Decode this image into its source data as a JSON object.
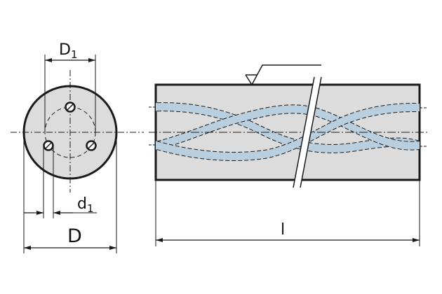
{
  "labels": {
    "D1_main": "D",
    "D1_sub": "1",
    "d1_main": "d",
    "d1_sub": "1",
    "D": "D",
    "l": "l"
  },
  "colors": {
    "line": "#1a1a1a",
    "body_fill": "#dcdcdc",
    "channel_fill": "#b9cfe0",
    "background": "#ffffff"
  },
  "icons": {
    "surface_finish": "surface-finish-symbol",
    "break_mark": "break-line-symbol"
  }
}
